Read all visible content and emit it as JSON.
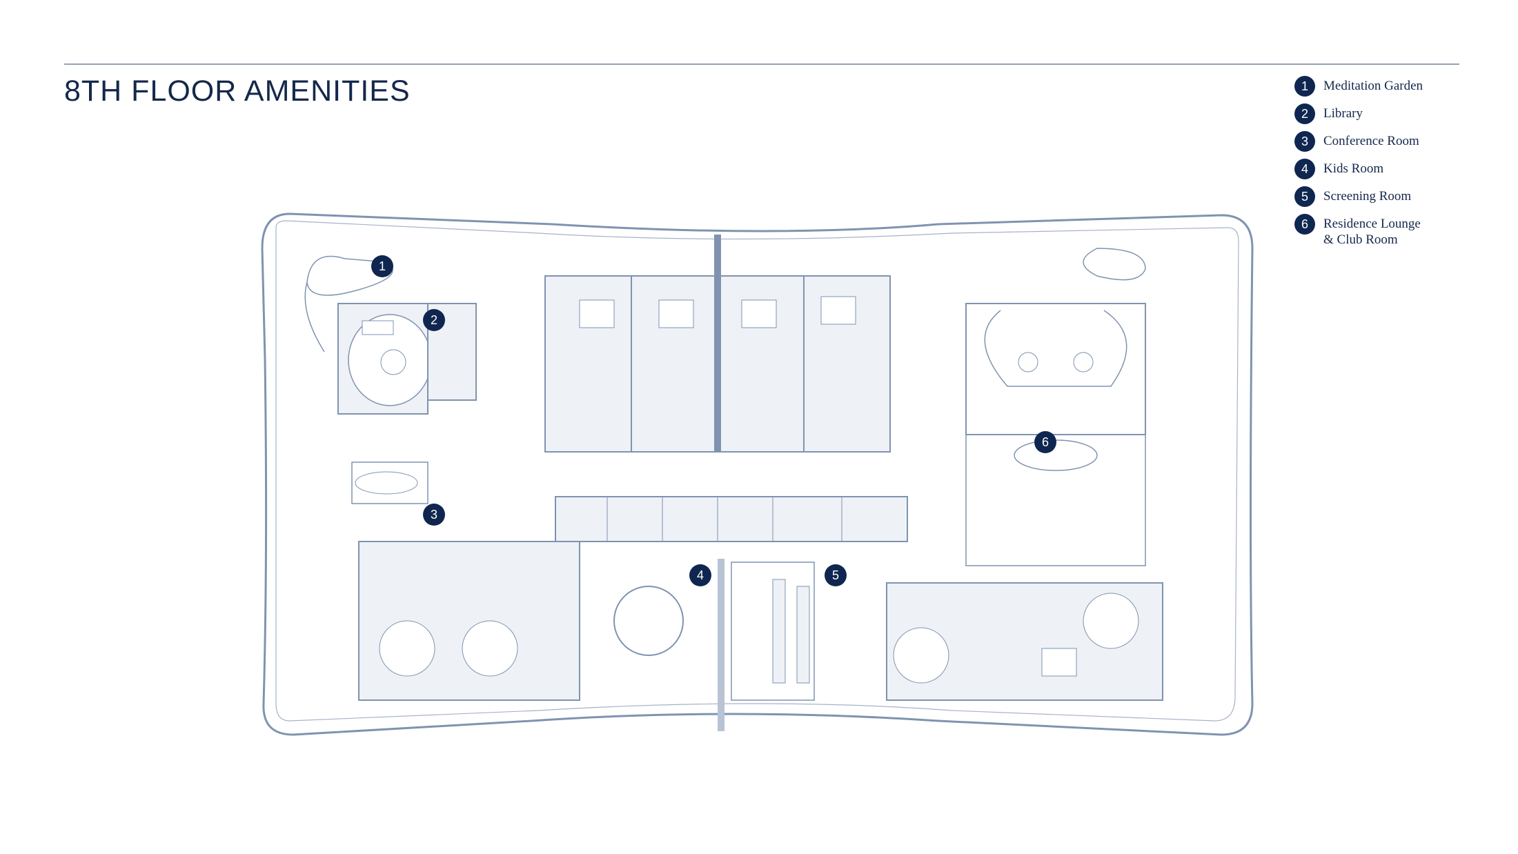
{
  "page": {
    "title": "8TH FLOOR AMENITIES"
  },
  "legend": {
    "items": [
      {
        "number": "1",
        "label": "Meditation Garden"
      },
      {
        "number": "2",
        "label": "Library"
      },
      {
        "number": "3",
        "label": "Conference Room"
      },
      {
        "number": "4",
        "label": "Kids Room"
      },
      {
        "number": "5",
        "label": "Screening Room"
      },
      {
        "number": "6",
        "label": "Residence Lounge\n& Club Room"
      }
    ]
  },
  "plan_markers": [
    "1",
    "2",
    "3",
    "4",
    "5",
    "6"
  ],
  "colors": {
    "navy": "#0f2650",
    "line": "#7f93b0",
    "fill": "#e9edf3",
    "rule": "#93a2b8"
  }
}
